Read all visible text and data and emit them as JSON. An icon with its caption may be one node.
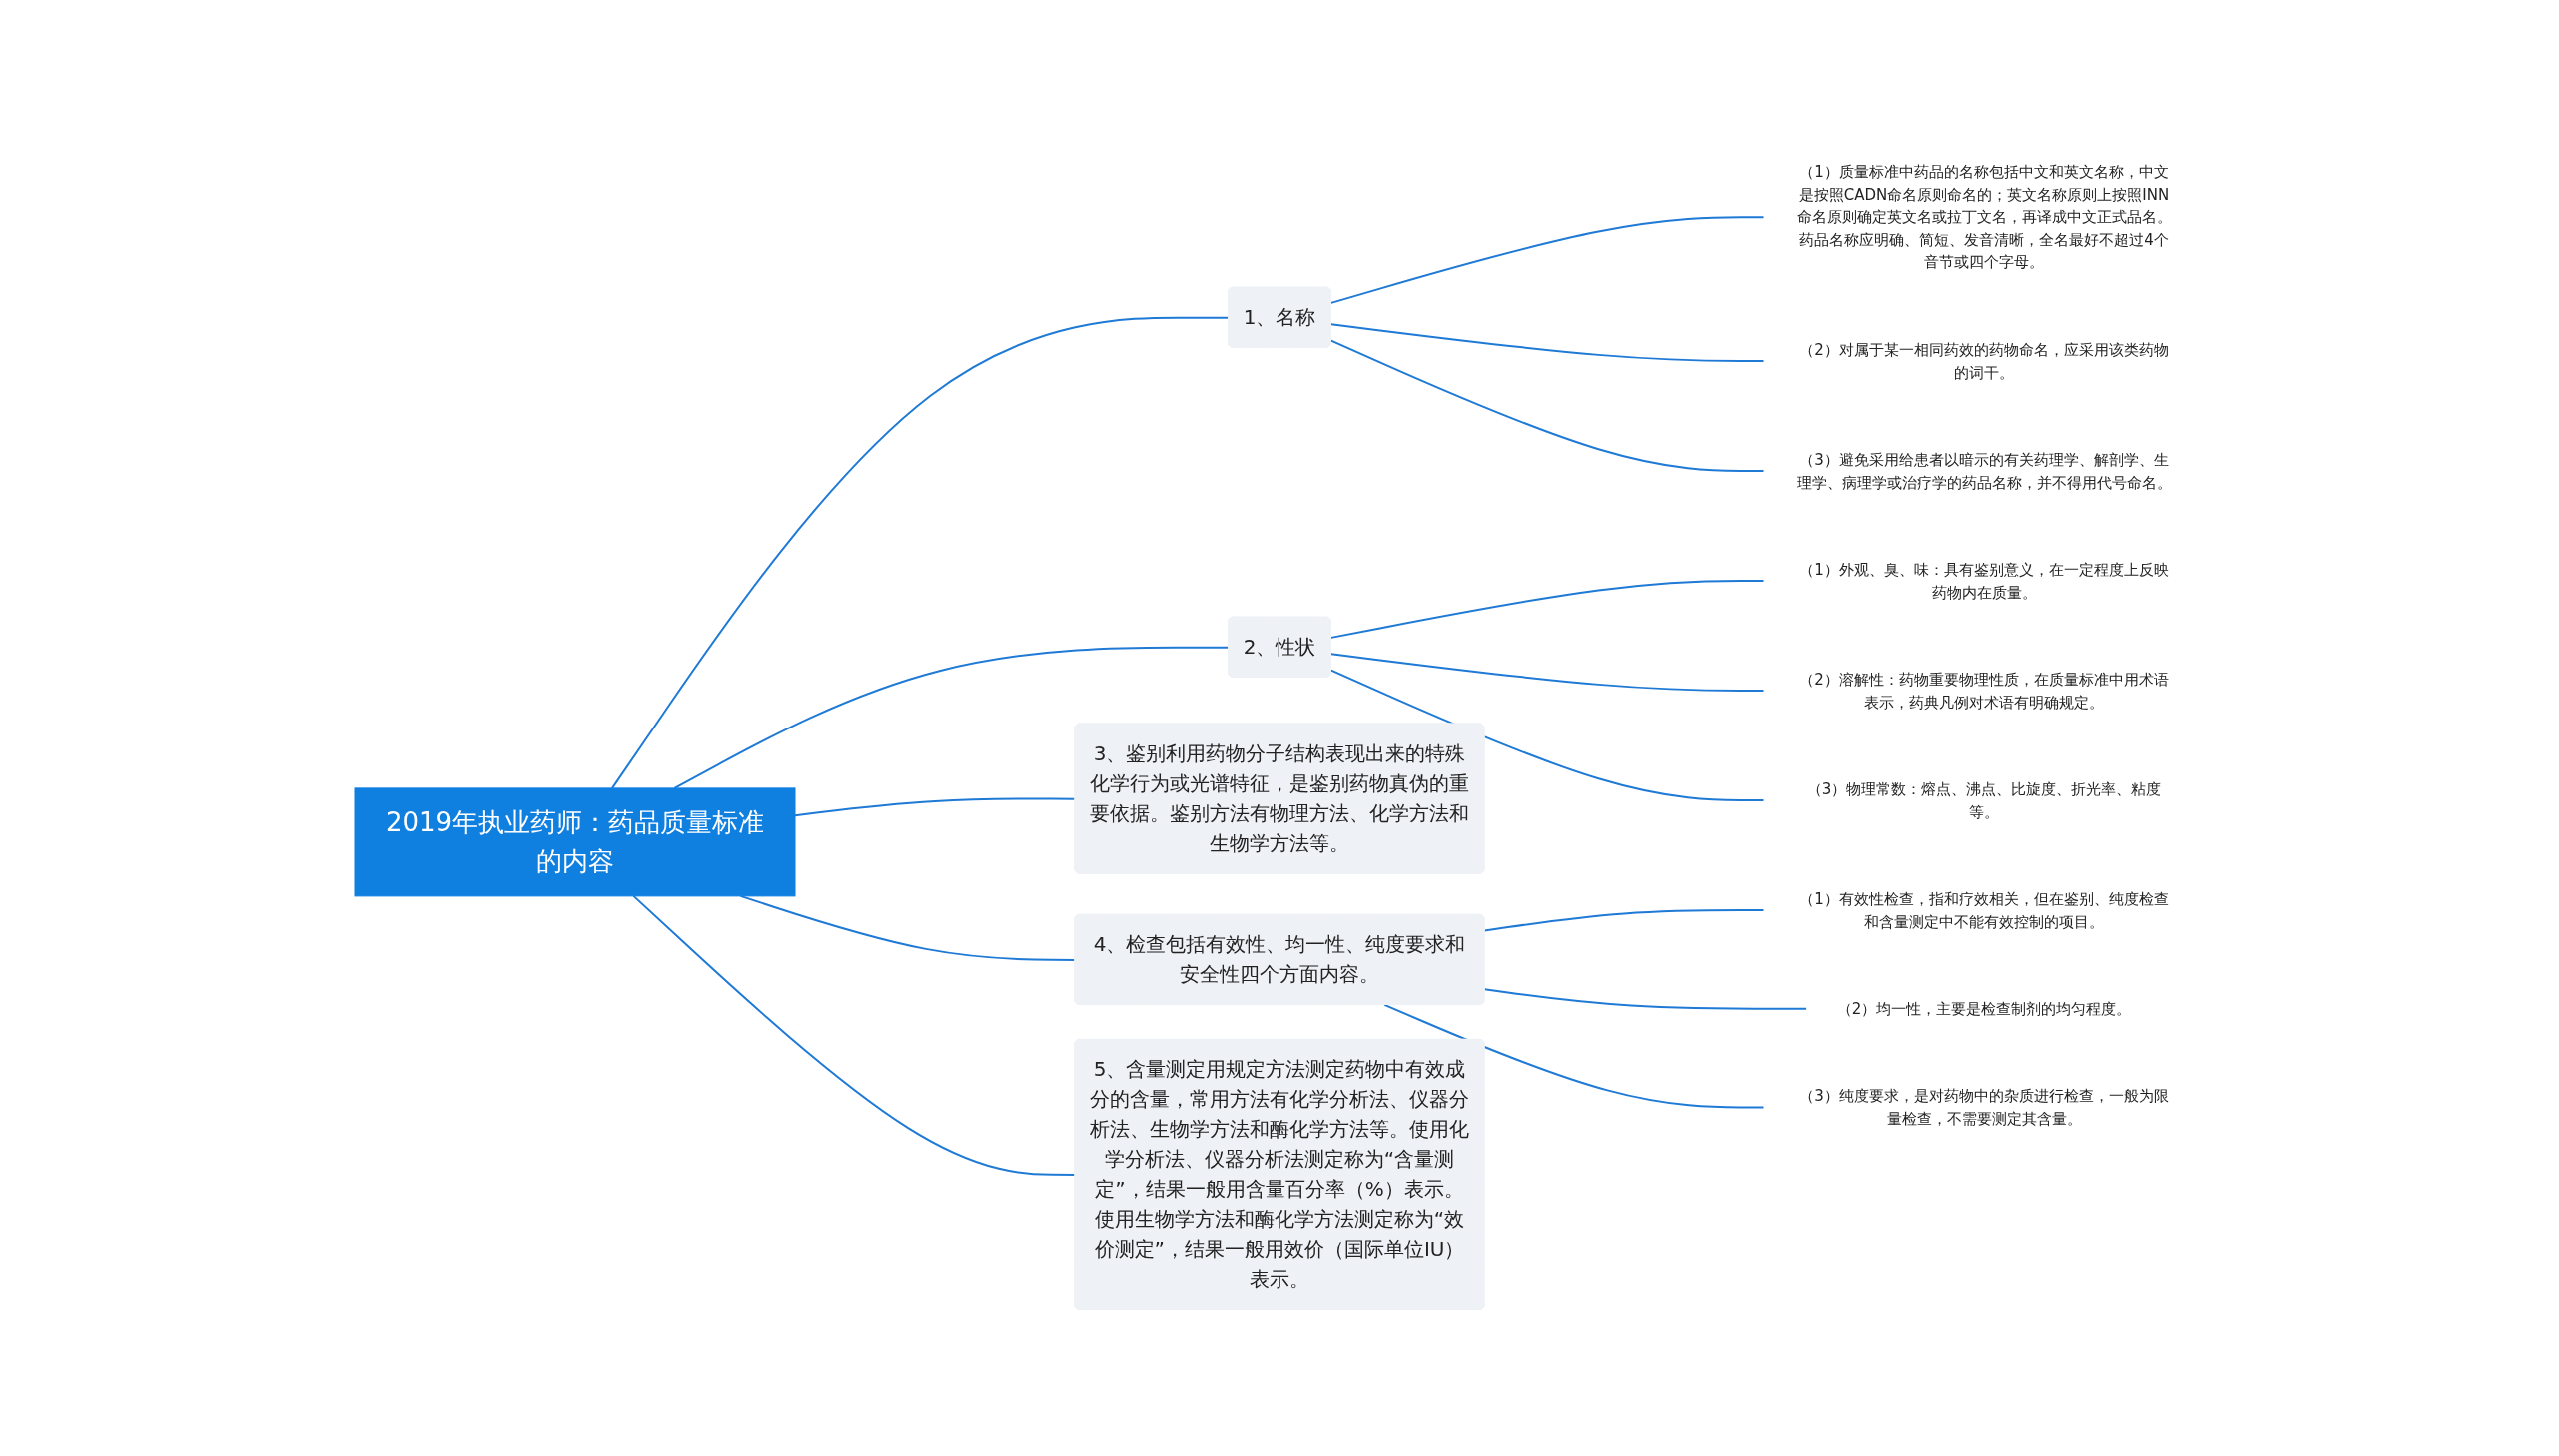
{
  "diagram": {
    "nodes": [
      {
        "text": [
          "2019年执业药师：药品质量标准的内容"
        ]
      },
      {
        "text": [
          "1、名称"
        ]
      },
      {
        "text": [
          "（1）质量标准中药品的名称包括中文和英文名称，中文是按照CADN命名原则命名的；英文名称原则上按照INN命名原则确定英文名或拉丁文名，再译成中文正式品名。药品名称应明确、简短、发音清晰，全名最好不超过4个音节或四个字母。"
        ]
      },
      {
        "text": [
          "（2）对属于某一相同药效的药物命名，应采用该类药物的词干。"
        ]
      },
      {
        "text": [
          "（3）避免采用给患者以暗示的有关药理学、解剖学、生理学、病理学或治疗学的药品名称，并不得用代号命名。"
        ]
      },
      {
        "text": [
          "2、性状"
        ]
      },
      {
        "text": [
          "（1）外观、臭、味：具有鉴别意义，在一定程度上反映药物内在质量。"
        ]
      },
      {
        "text": [
          "（2）溶解性：药物重要物理性质，在质量标准中用术语表示，药典凡例对术语有明确规定。"
        ]
      },
      {
        "text": [
          "（3）物理常数：熔点、沸点、比旋度、折光率、粘度等。"
        ]
      },
      {
        "text": [
          "3、鉴别利用药物分子结构表现出来的特殊化学行为或光谱特征，是鉴别药物真伪的重要依据。鉴别方法有物理方法、化学方法和生物学方法等。"
        ]
      },
      {
        "text": [
          "4、检查包括有效性、均一性、纯度要求和安全性四个方面内容。"
        ]
      },
      {
        "text": [
          "（1）有效性检查，指和疗效相关，但在鉴别、纯度检查和含量测定中不能有效控制的项目。"
        ]
      },
      {
        "text": [
          "（2）均一性，主要是检查制剂的均匀程度。"
        ]
      },
      {
        "text": [
          "（3）纯度要求，是对药物中的杂质进行检查，一般为限量检查，不需要测定其含量。"
        ]
      },
      {
        "text": [
          "5、含量测定用规定方法测定药物中有效成分的含量，常用方法有化学分析法、仪器分析法、生物学方法和酶化学方法等。使用化学分析法、仪器分析法测定称为“含量测定”，结果一般用含量百分率（%）表示。使用生物学方法和酶化学方法测定称为“效价测定”，结果一般用效价（国际单位IU）表示。"
        ]
      }
    ],
    "edges": [
      {
        "from": 0,
        "to": 1,
        "arrow": "none"
      },
      {
        "from": 1,
        "to": 2,
        "arrow": "none"
      },
      {
        "from": 1,
        "to": 3,
        "arrow": "none"
      },
      {
        "from": 1,
        "to": 4,
        "arrow": "none"
      },
      {
        "from": 0,
        "to": 5,
        "arrow": "none"
      },
      {
        "from": 5,
        "to": 6,
        "arrow": "none"
      },
      {
        "from": 5,
        "to": 7,
        "arrow": "none"
      },
      {
        "from": 5,
        "to": 8,
        "arrow": "none"
      },
      {
        "from": 0,
        "to": 9,
        "arrow": "none"
      },
      {
        "from": 0,
        "to": 10,
        "arrow": "none"
      },
      {
        "from": 10,
        "to": 11,
        "arrow": "none"
      },
      {
        "from": 10,
        "to": 12,
        "arrow": "none"
      },
      {
        "from": 10,
        "to": 13,
        "arrow": "none"
      },
      {
        "from": 0,
        "to": 14,
        "arrow": "none"
      }
    ]
  }
}
